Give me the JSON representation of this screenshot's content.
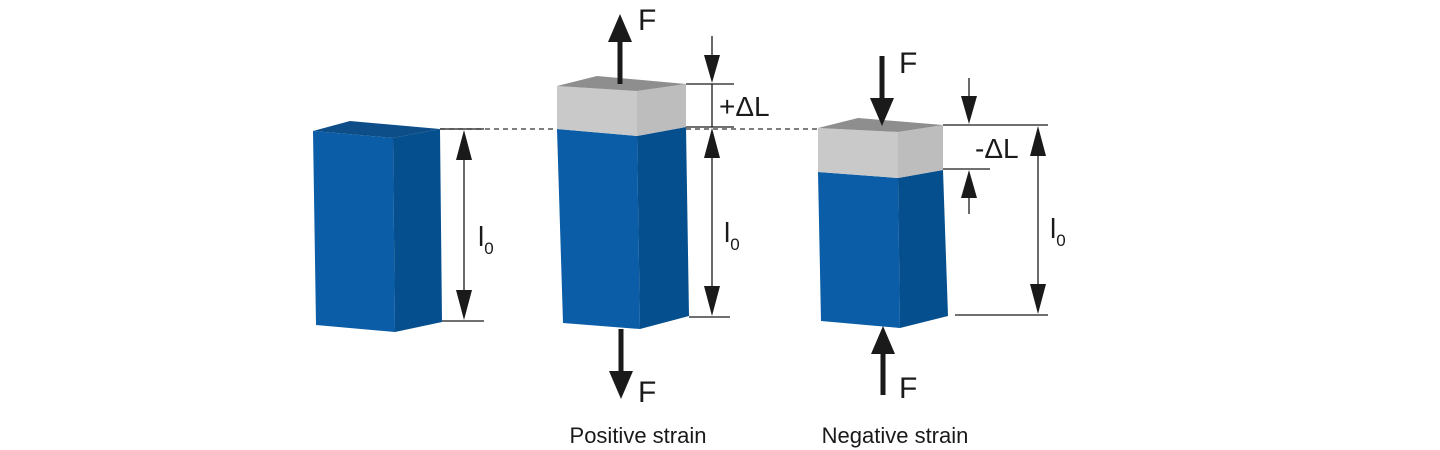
{
  "colors": {
    "block_front": "#0a5da6",
    "block_side": "#064f8e",
    "block_top": "#0d4e88",
    "cap_front": "#c9c9c9",
    "cap_side": "#bdbdbd",
    "cap_top": "#8e8e8e",
    "ink": "#1a1a1a"
  },
  "labels": {
    "force": "F",
    "delta_pos": "+ΔL",
    "delta_neg": "-ΔL",
    "length_symbol": "l",
    "length_subscript": "0"
  },
  "captions": {
    "positive": "Positive strain",
    "negative": "Negative strain"
  }
}
